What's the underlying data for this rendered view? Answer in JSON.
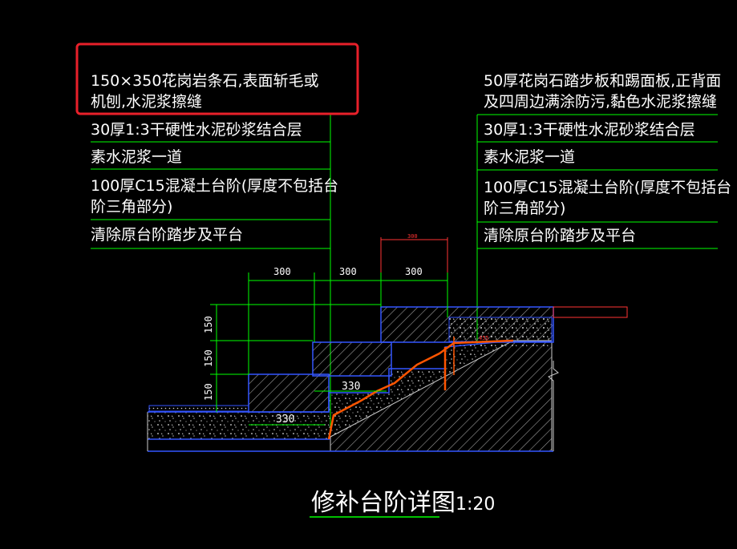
{
  "colors": {
    "background": "#000000",
    "leader": "#00ff00",
    "outline": "#3355ff",
    "rebar": "#ff5500",
    "highlight_box": "#e8202a",
    "text": "#ffffff",
    "dim_red": "#ff3333"
  },
  "left_notes": {
    "line1a": "150×350花岗岩条石,表面斩毛或",
    "line1b": "机刨,水泥浆擦缝",
    "line2": "30厚1:3干硬性水泥砂浆结合层",
    "line3": "素水泥浆一道",
    "line4a": "100厚C15混凝土台阶(厚度不包括台",
    "line4b": "阶三角部分)",
    "line5": "清除原台阶踏步及平台"
  },
  "right_notes": {
    "line1a": "50厚花岗石踏步板和踢面板,正背面",
    "line1b": "及四周边满涂防污,黏色水泥浆擦缝",
    "line2": "30厚1:3干硬性水泥砂浆结合层",
    "line3": "素水泥浆一道",
    "line4a": "100厚C15混凝土台阶(厚度不包括台",
    "line4b": "阶三角部分)",
    "line5": "清除原台阶踏步及平台"
  },
  "dimensions": {
    "top_a": "300",
    "top_b": "300",
    "top_c": "300",
    "red_top": "300",
    "vert_a": "150",
    "vert_b": "150",
    "vert_c": "150",
    "tread_upper": "330",
    "tread_lower": "330",
    "small_red": "455"
  },
  "title": {
    "name": "修补台阶详图",
    "scale": "1:20"
  }
}
